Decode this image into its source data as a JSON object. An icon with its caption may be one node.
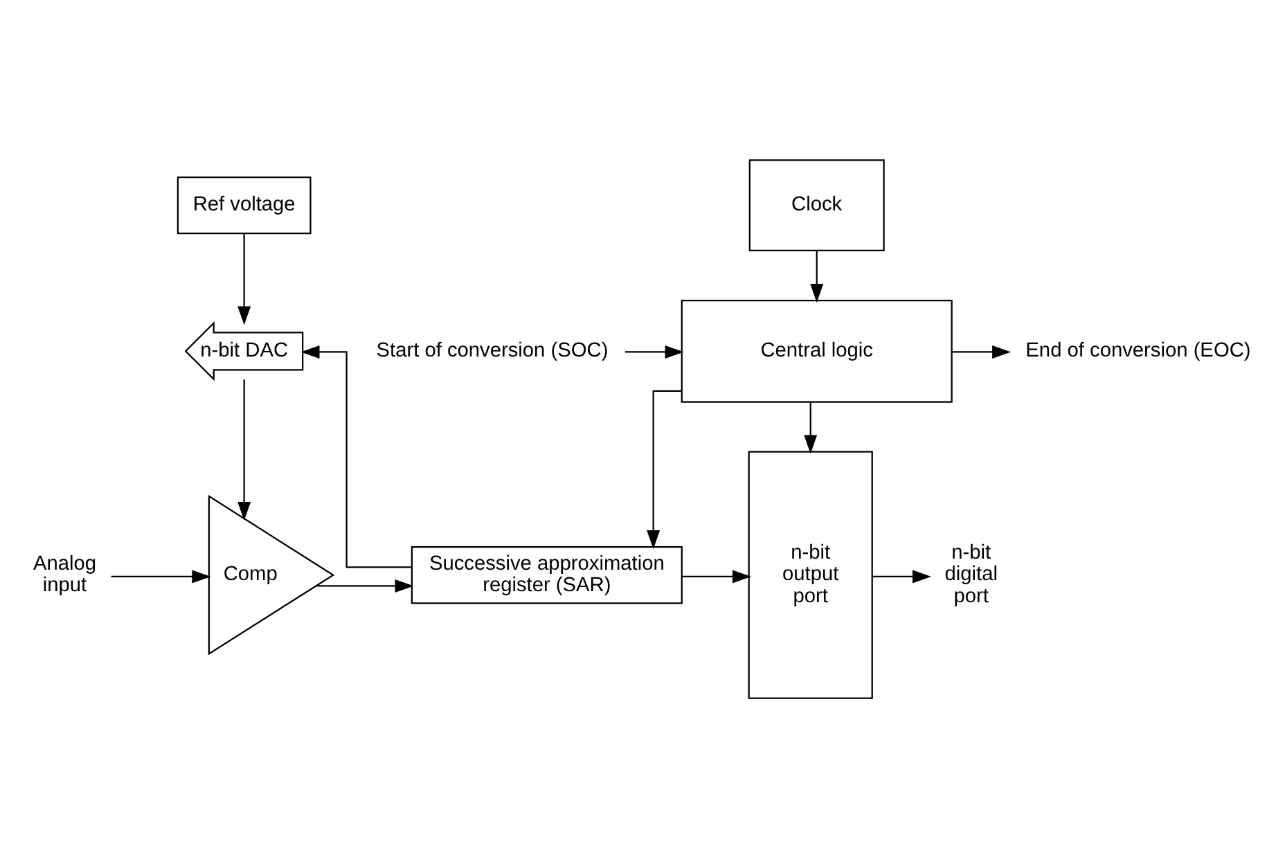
{
  "diagram": {
    "nodes": [
      {
        "text": [
          "Ref voltage"
        ]
      },
      {
        "text": [
          "n-bit DAC"
        ]
      },
      {
        "text": [
          "Comp"
        ]
      },
      {
        "text": [
          "Successive approximation register (SAR)"
        ]
      },
      {
        "text": [
          "n-bit output port"
        ]
      },
      {
        "text": [
          "n-bit digital port"
        ]
      },
      {
        "text": [
          "Analog input"
        ]
      },
      {
        "text": [
          "Central logic"
        ]
      },
      {
        "text": [
          "Start of conversion (SOC)"
        ]
      },
      {
        "text": [
          "End of conversion (EOC)"
        ]
      },
      {
        "text": [
          "Clock"
        ]
      }
    ],
    "edges": [
      {
        "from": 0,
        "to": 1,
        "arrow": "to"
      },
      {
        "from": 1,
        "to": 2,
        "arrow": "to"
      },
      {
        "from": 6,
        "to": 2,
        "arrow": "to"
      },
      {
        "from": 2,
        "to": 3,
        "arrow": "to"
      },
      {
        "from": 3,
        "to": 1,
        "arrow": "to"
      },
      {
        "from": 3,
        "to": 4,
        "arrow": "to"
      },
      {
        "from": 4,
        "to": 5,
        "arrow": "to"
      },
      {
        "from": 7,
        "to": 3,
        "arrow": "to"
      },
      {
        "from": 8,
        "to": 7,
        "arrow": "to"
      },
      {
        "from": 7,
        "to": 9,
        "arrow": "to"
      },
      {
        "from": 7,
        "to": 4,
        "arrow": "to"
      },
      {
        "from": 10,
        "to": 7,
        "arrow": "to"
      }
    ]
  }
}
